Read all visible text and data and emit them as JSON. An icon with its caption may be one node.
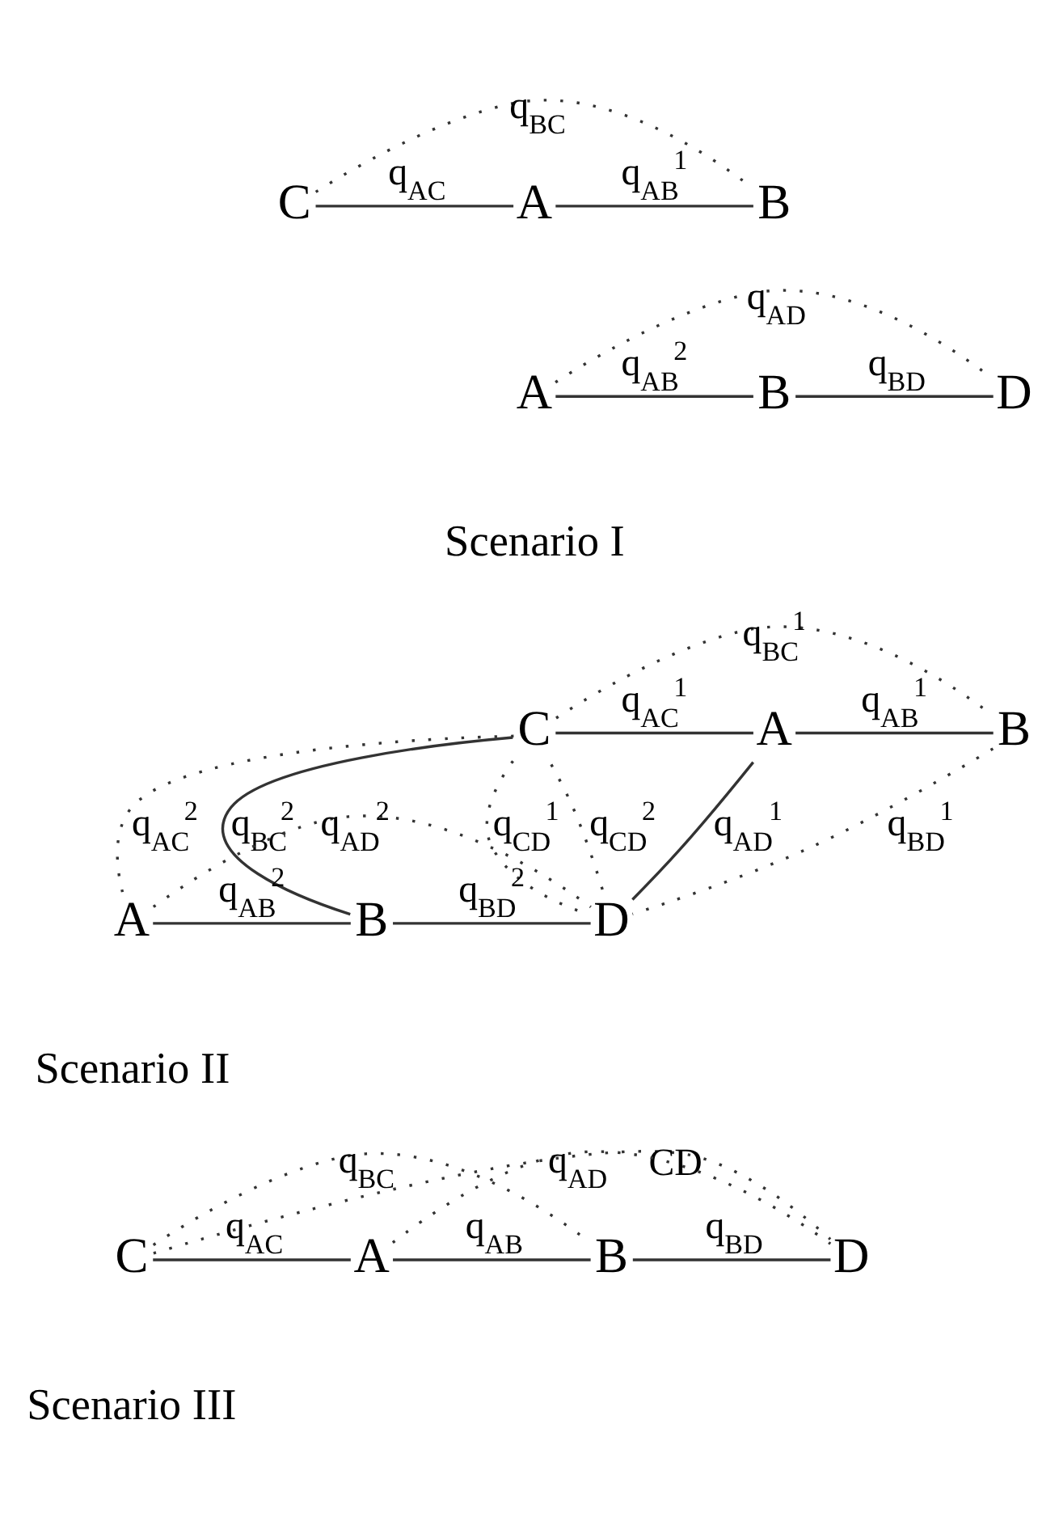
{
  "diagram": {
    "nodes": [
      {
        "text": [
          "C"
        ]
      },
      {
        "text": [
          "A"
        ]
      },
      {
        "text": [
          "B"
        ]
      },
      {
        "text": [
          "A"
        ]
      },
      {
        "text": [
          "B"
        ]
      },
      {
        "text": [
          "D"
        ]
      },
      {
        "text": [
          "C"
        ]
      },
      {
        "text": [
          "A"
        ]
      },
      {
        "text": [
          "B"
        ]
      },
      {
        "text": [
          "A"
        ]
      },
      {
        "text": [
          "B"
        ]
      },
      {
        "text": [
          "D"
        ]
      },
      {
        "text": [
          "C"
        ]
      },
      {
        "text": [
          "A"
        ]
      },
      {
        "text": [
          "B"
        ]
      },
      {
        "text": [
          "D"
        ]
      }
    ],
    "edges": [
      {
        "from": 0,
        "to": 1,
        "arrow": "none",
        "label": "q$_{AC}$"
      },
      {
        "from": 1,
        "to": 2,
        "arrow": "none",
        "label": "q$_{AB}$$^{1}$"
      },
      {
        "from": 0,
        "to": 2,
        "arrow": "none",
        "label": "q$_{BC}$",
        "style": "dashed"
      },
      {
        "from": 3,
        "to": 4,
        "arrow": "none",
        "label": "q$_{AB}$$^{2}$"
      },
      {
        "from": 4,
        "to": 5,
        "arrow": "none",
        "label": "q$_{BD}$"
      },
      {
        "from": 3,
        "to": 5,
        "arrow": "none",
        "label": "q$_{AD}$",
        "style": "dashed"
      },
      {
        "from": 6,
        "to": 7,
        "arrow": "none",
        "label": "q$_{AC}$$^{1}$"
      },
      {
        "from": 7,
        "to": 8,
        "arrow": "none",
        "label": "q$_{AB}$$^{1}$"
      },
      {
        "from": 6,
        "to": 8,
        "arrow": "none",
        "label": "q$_{BC}$$^{1}$",
        "style": "dashed"
      },
      {
        "from": 8,
        "to": 11,
        "arrow": "none",
        "label": "q$_{BD}$$^{1}$",
        "style": "dashed"
      },
      {
        "from": 6,
        "to": 11,
        "arrow": "none",
        "label": "q$_{CD}$$^{1}$",
        "style": "dashed"
      },
      {
        "from": 7,
        "to": 11,
        "arrow": "none",
        "label": "q$_{AD}$$^{1}$"
      },
      {
        "from": 6,
        "to": 10,
        "arrow": "none",
        "label": "q$_{BC}$$^{2}$"
      },
      {
        "from": 6,
        "to": 11,
        "arrow": "none",
        "label": "q$_{CD}$$^{2}$",
        "style": "dashed"
      },
      {
        "from": 6,
        "to": 9,
        "arrow": "none",
        "label": "q$_{AC}$$^{2}$",
        "style": "dashed"
      },
      {
        "from": 9,
        "to": 11,
        "arrow": "none",
        "label": "q$_{AD}$$^{2}$",
        "style": "dashed"
      },
      {
        "from": 9,
        "to": 10,
        "arrow": "none",
        "label": "q$_{AB}$$^{2}$"
      },
      {
        "from": 10,
        "to": 11,
        "arrow": "none",
        "label": "q$_{BD}$$^{2}$"
      },
      {
        "from": 12,
        "to": 13,
        "arrow": "none",
        "label": "q$_{AC}$"
      },
      {
        "from": 13,
        "to": 14,
        "arrow": "none",
        "label": "q$_{AB}$"
      },
      {
        "from": 14,
        "to": 15,
        "arrow": "none",
        "label": "q$_{BD}$"
      },
      {
        "from": 12,
        "to": 14,
        "arrow": "none",
        "label": "q$_{BC}$",
        "style": "dashed"
      },
      {
        "from": 13,
        "to": 15,
        "arrow": "none",
        "label": "q$_{AD}$",
        "style": "dashed"
      },
      {
        "from": 12,
        "to": 15,
        "arrow": "none",
        "label": "CD",
        "style": "dashed"
      }
    ],
    "labels": [
      "Scenario I",
      "Scenario II",
      "Scenario III"
    ]
  }
}
